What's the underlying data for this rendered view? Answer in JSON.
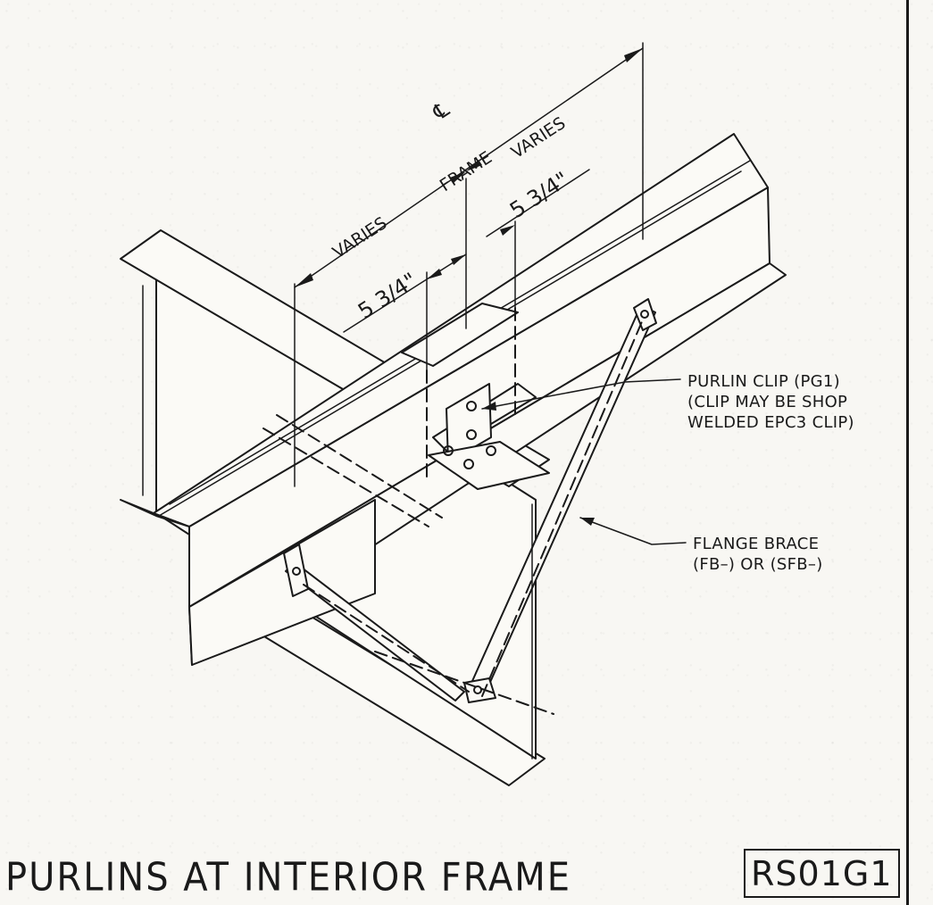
{
  "drawing": {
    "title": "PURLINS AT INTERIOR FRAME",
    "detail_code": "RS01G1",
    "dimensions": {
      "centerline_symbol": "℄",
      "frame_label": "FRAME",
      "varies_left": "VARIES",
      "varies_right": "VARIES",
      "offset_left": "5 3/4\"",
      "offset_right": "5 3/4\""
    },
    "callouts": {
      "purlin_clip": "PURLIN CLIP (PG1)\n(CLIP MAY BE SHOP\nWELDED EPC3 CLIP)",
      "flange_brace": "FLANGE BRACE\n(FB–) OR (SFB–)"
    }
  }
}
